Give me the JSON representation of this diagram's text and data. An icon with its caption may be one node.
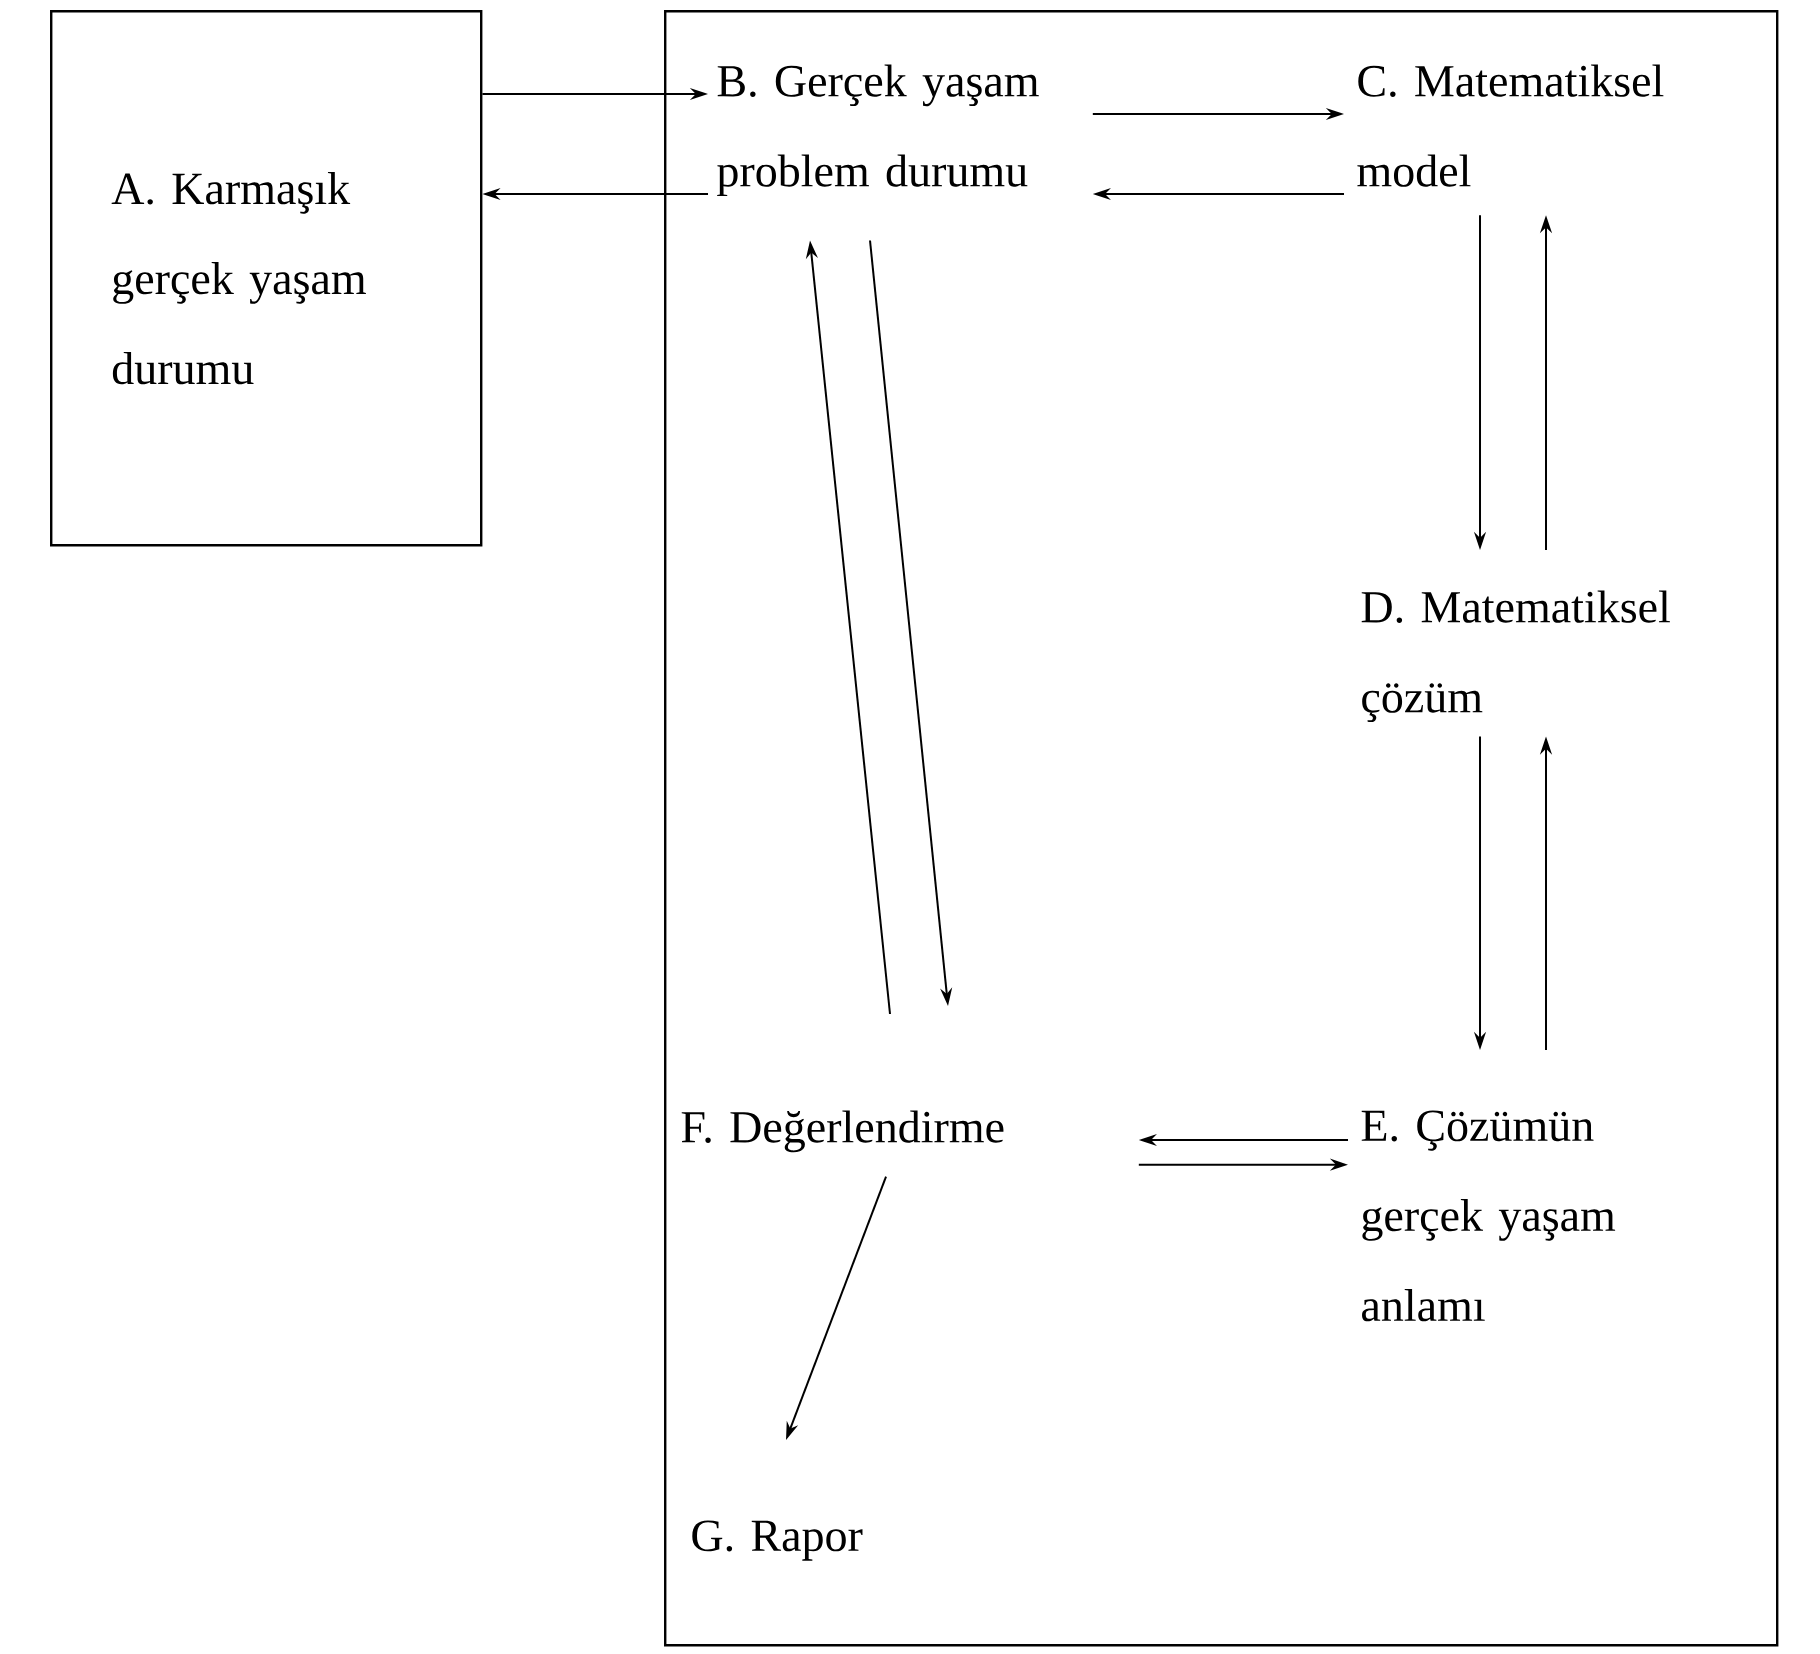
{
  "diagram": {
    "nodes": [
      {
        "text": [
          "A. Karmaşık gerçek yaşam durumu"
        ]
      },
      {
        "text": [],
        "shape": "box"
      },
      {
        "text": [
          "B. Gerçek yaşam problem durumu"
        ],
        "in": 1
      },
      {
        "text": [
          "C. Matematiksel model"
        ],
        "in": 1
      },
      {
        "text": [
          "D. Matematiksel çözüm"
        ],
        "in": 1
      },
      {
        "text": [
          "E. Çözümün gerçek yaşam anlamı"
        ],
        "in": 1
      },
      {
        "text": [
          "F. Değerlendirme"
        ],
        "in": 1
      },
      {
        "text": [
          "G. Rapor"
        ],
        "in": 1
      }
    ],
    "edges": [
      {
        "from": 0,
        "to": 2,
        "arrow": "to"
      },
      {
        "from": 2,
        "to": 0,
        "arrow": "to"
      },
      {
        "from": 2,
        "to": 3,
        "arrow": "to"
      },
      {
        "from": 3,
        "to": 2,
        "arrow": "to"
      },
      {
        "from": 3,
        "to": 4,
        "arrow": "to"
      },
      {
        "from": 4,
        "to": 3,
        "arrow": "to"
      },
      {
        "from": 4,
        "to": 5,
        "arrow": "to"
      },
      {
        "from": 5,
        "to": 4,
        "arrow": "to"
      },
      {
        "from": 5,
        "to": 6,
        "arrow": "to"
      },
      {
        "from": 6,
        "to": 5,
        "arrow": "to"
      },
      {
        "from": 2,
        "to": 6,
        "arrow": "to"
      },
      {
        "from": 6,
        "to": 2,
        "arrow": "to"
      },
      {
        "from": 6,
        "to": 7,
        "arrow": "to"
      }
    ]
  }
}
